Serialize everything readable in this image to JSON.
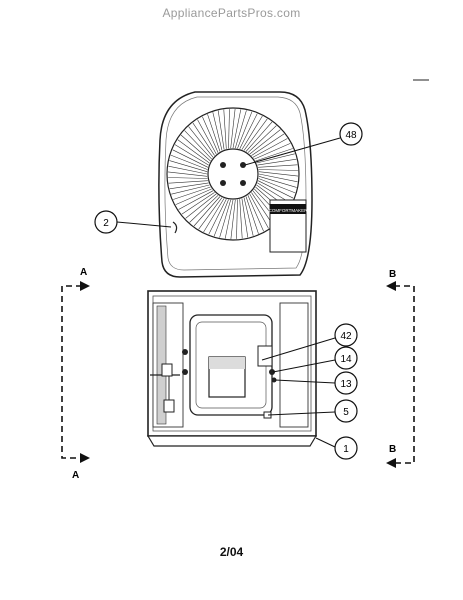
{
  "watermark": "AppliancePartsPros.com",
  "page_code": "2/04",
  "section_markers": {
    "left_top": "A",
    "left_bottom": "A",
    "right_top": "B",
    "right_bottom": "B"
  },
  "callouts": {
    "c48": "48",
    "c2": "2",
    "c42": "42",
    "c14": "14",
    "c13": "13",
    "c5": "5",
    "c1": "1"
  },
  "decal_text": "COMFORTMAKER"
}
